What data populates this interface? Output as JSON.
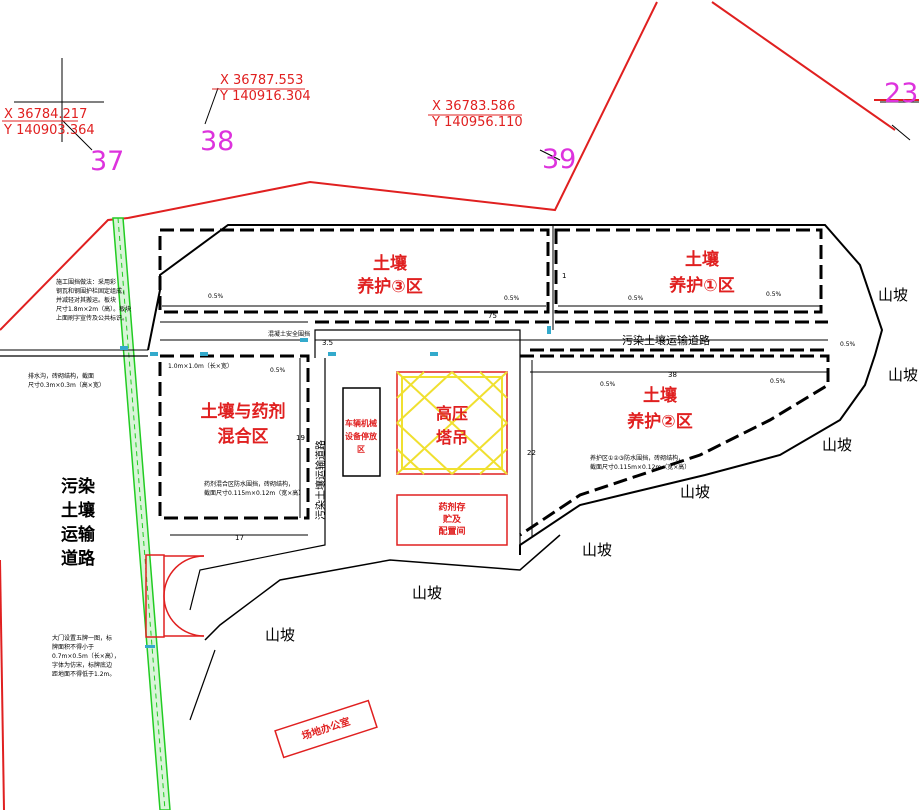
{
  "colors": {
    "boundary": "#e02020",
    "outline": "#000000",
    "fence": "#22cc22",
    "crane": "#f0e030",
    "magenta": "#dd33dd",
    "zoneText": "#e02020",
    "slopeText": "#000000",
    "cyan": "#33aacc"
  },
  "survey_points": [
    {
      "id": "37",
      "x": "X 36784.217",
      "y": "Y 140903.364"
    },
    {
      "id": "38",
      "x": "X 36787.553",
      "y": "Y 140916.304"
    },
    {
      "id": "39",
      "x": "X 36783.586",
      "y": "Y 140956.110"
    },
    {
      "id": "23"
    }
  ],
  "zones": {
    "zone3_l1": "土壤",
    "zone3_l2": "养护③区",
    "zone1_l1": "土壤",
    "zone1_l2": "养护①区",
    "zone2_l1": "土壤",
    "zone2_l2": "养护②区",
    "mix_l1": "土壤与药剂",
    "mix_l2": "混合区",
    "crane_l1": "高压",
    "crane_l2": "塔吊",
    "parking_l1": "车辆机械",
    "parking_l2": "设备停放",
    "parking_l3": "区",
    "storage_l1": "药剂存",
    "storage_l2": "贮及",
    "storage_l3": "配置间",
    "office": "场地办公室"
  },
  "roads": {
    "main_road": "污染土壤运输道路",
    "side_road": "污染土壤运输道路",
    "left_l1": "污染",
    "left_l2": "土壤",
    "left_l3": "运输",
    "left_l4": "道路"
  },
  "slopes": [
    "山坡",
    "山坡",
    "山坡",
    "山坡",
    "山坡",
    "山坡",
    "山坡"
  ],
  "dimensions": [
    "75",
    "3.5",
    "38",
    "17",
    "19",
    "22",
    "1"
  ],
  "slope_marks": [
    "0.5%",
    "0.5%",
    "0.5%",
    "0.5%",
    "0.5%",
    "0.5%",
    "0.5%",
    "0.5%"
  ],
  "notes": {
    "n1_l1": "施工围挡做法：采用彩",
    "n1_l2": "钢瓦和钢围护栏固定组成，",
    "n1_l3": "并减轻对其搬运。板块",
    "n1_l4": "尺寸1.8m×2m（高）。板块",
    "n1_l5": "上面刷字宣传及公共标识。",
    "n2_l1": "排水沟，砖砌结构，截面",
    "n2_l2": "尺寸0.3m×0.3m（高×宽）",
    "n3": "混凝土安全围挡",
    "n4_l1": "药剂混合区防水围挡，砖砌结构，",
    "n4_l2": "截面尺寸0.115m×0.12m（宽×高）",
    "n5_l1": "养护区①②③防水围挡，砖砌结构，",
    "n5_l2": "截面尺寸0.115m×0.12m（宽×高）",
    "n6_l1": "大门设置五牌一图，标",
    "n6_l2": "牌面积不得小于",
    "n6_l3": "0.7m×0.5m（长×高），",
    "n6_l4": "字体为仿宋，标牌底边",
    "n6_l5": "距地面不得低于1.2m。",
    "n7": "1.0m×1.0m（长×宽）"
  }
}
